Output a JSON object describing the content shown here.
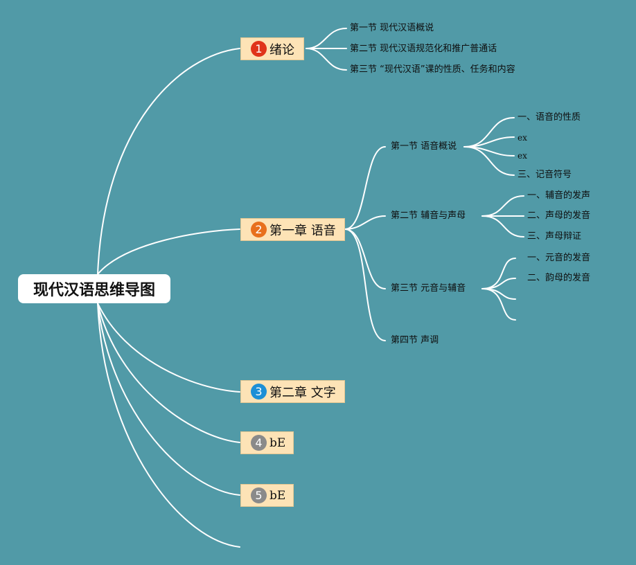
{
  "root": {
    "title": "现代汉语思维导图"
  },
  "colors": {
    "background": "#519aa7",
    "node_fill": "#fde3b6",
    "badge_red": "#e0341a",
    "badge_orange": "#e8701c",
    "badge_blue": "#1d8fd6",
    "badge_gray": "#8a8a8a"
  },
  "chapters": [
    {
      "num": "1",
      "label": "绪论",
      "sections": [
        {
          "label": "第一节 现代汉语概说"
        },
        {
          "label": "第二节 现代汉语规范化和推广普通话"
        },
        {
          "label": "第三节 “现代汉语”课的性质、任务和内容"
        }
      ]
    },
    {
      "num": "2",
      "label": "第一章 语音",
      "sections": [
        {
          "label": "第一节 语音概说",
          "items": [
            "一、语音的性质",
            "ex",
            "ex",
            "三、记音符号"
          ]
        },
        {
          "label": "第二节 辅音与声母",
          "items": [
            "一、辅音的发声",
            "二、声母的发音",
            "三、声母辩证"
          ]
        },
        {
          "label": "第三节 元音与辅音",
          "items": [
            "一、元音的发音",
            "二、韵母的发音",
            "",
            ""
          ]
        },
        {
          "label": "第四节 声调"
        }
      ]
    },
    {
      "num": "3",
      "label": "第二章 文字"
    },
    {
      "num": "4",
      "label": "bE"
    },
    {
      "num": "5",
      "label": "bE"
    },
    {
      "num": "",
      "label": ""
    }
  ]
}
